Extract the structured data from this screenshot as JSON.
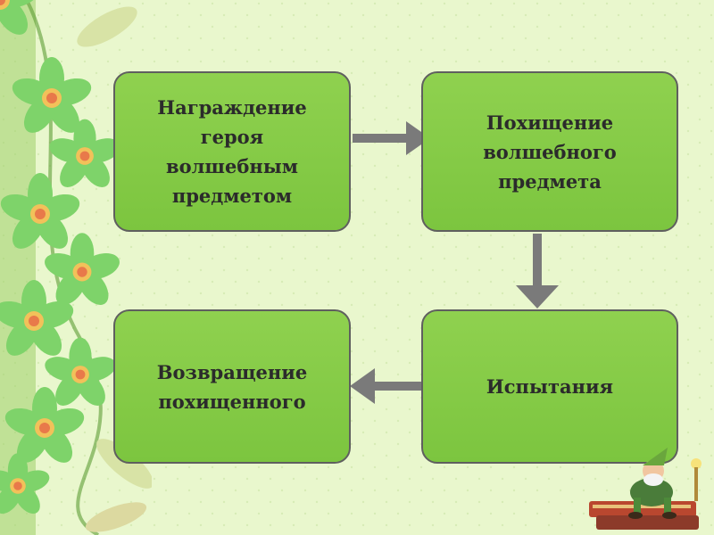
{
  "diagram": {
    "boxes": [
      {
        "id": "box1",
        "text": "Награждение\nгероя\nволшебным\nпредметом"
      },
      {
        "id": "box2",
        "text": "Похищение\nволшебного\nпредмета"
      },
      {
        "id": "box3",
        "text": "Возвращение\nпохищенного"
      },
      {
        "id": "box4",
        "text": "Испытания"
      }
    ],
    "flow": [
      "box1",
      "box2",
      "box4",
      "box3"
    ]
  },
  "colors": {
    "background": "#e9f7cd",
    "box_fill": "#8fd14f",
    "box_border": "#5f5f5f",
    "arrow": "#7a7a7a",
    "text": "#2b2b2b"
  },
  "decorations": {
    "left_border": "flower-border-icon",
    "corner": "gnome-reading-icon"
  }
}
